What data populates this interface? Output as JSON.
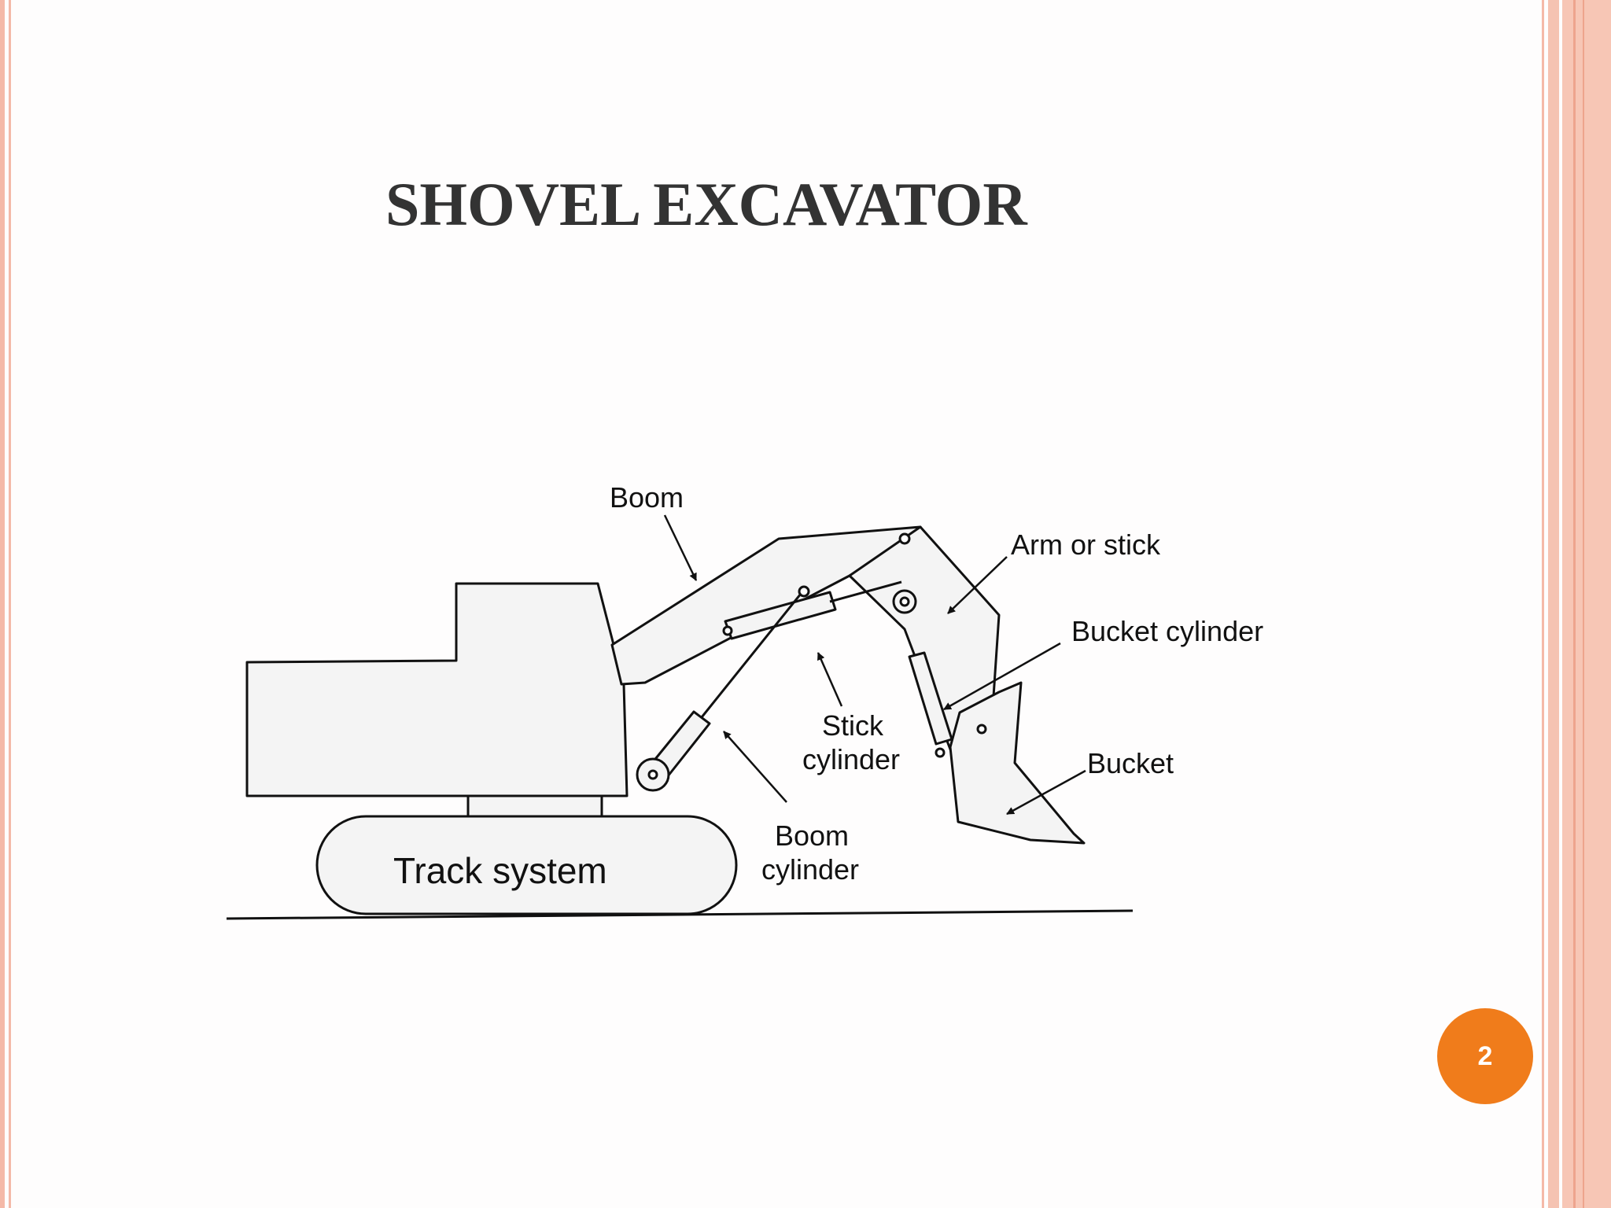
{
  "slide": {
    "title": "SHOVEL EXCAVATOR",
    "page_number": "2"
  },
  "diagram": {
    "labels": {
      "boom": "Boom",
      "arm": "Arm or stick",
      "bucket_cylinder": "Bucket cylinder",
      "stick_cylinder_1": "Stick",
      "stick_cylinder_2": "cylinder",
      "bucket": "Bucket",
      "boom_cylinder_1": "Boom",
      "boom_cylinder_2": "cylinder",
      "track_system": "Track system"
    }
  },
  "colors": {
    "border": "#f4b9a8",
    "badge": "#f07c1b",
    "title": "#333333"
  }
}
